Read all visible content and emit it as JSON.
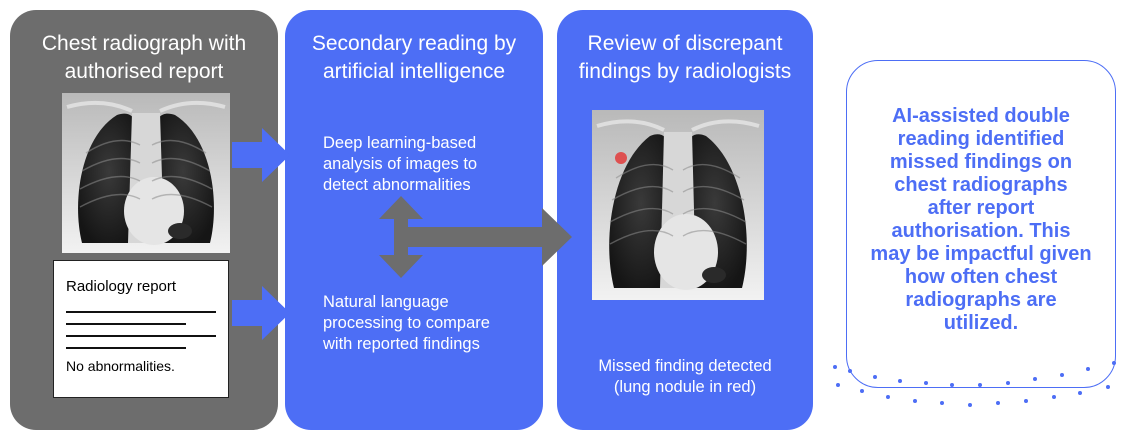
{
  "colors": {
    "panel_gray": "#6d6d6d",
    "panel_blue": "#4d6ef5",
    "arrow_blue": "#4d6ef5",
    "arrow_gray": "#6d6d6d",
    "nodule_red": "#e23b3b"
  },
  "panel1": {
    "title": "Chest radiograph with\nauthorised report",
    "image": "chest-xray",
    "report": {
      "title": "Radiology report",
      "text": "No abnormalities."
    }
  },
  "panel2": {
    "title": "Secondary reading by\nartificial intelligence",
    "text_1": "Deep learning-based\nanalysis of images to\ndetect abnormalities",
    "text_2": "Natural language\nprocessing to compare\nwith reported findings"
  },
  "panel3": {
    "title": "Review of discrepant\nfindings by radiologists",
    "image": "chest-xray-with-nodule",
    "caption": "Missed finding detected\n(lung nodule in red)"
  },
  "summary": {
    "text": "AI-assisted double\nreading identified\nmissed findings on\nchest radiographs\nafter report\nauthorisation. This\nmay be impactful given\nhow often chest\nradiographs are\nutilized."
  },
  "icons": {
    "arrow_1": "arrow-right-icon",
    "arrow_2": "arrow-right-icon",
    "arrow_3": "double-arrow-vertical-icon",
    "arrow_4": "arrow-right-icon",
    "dots": "decorative-dots"
  }
}
